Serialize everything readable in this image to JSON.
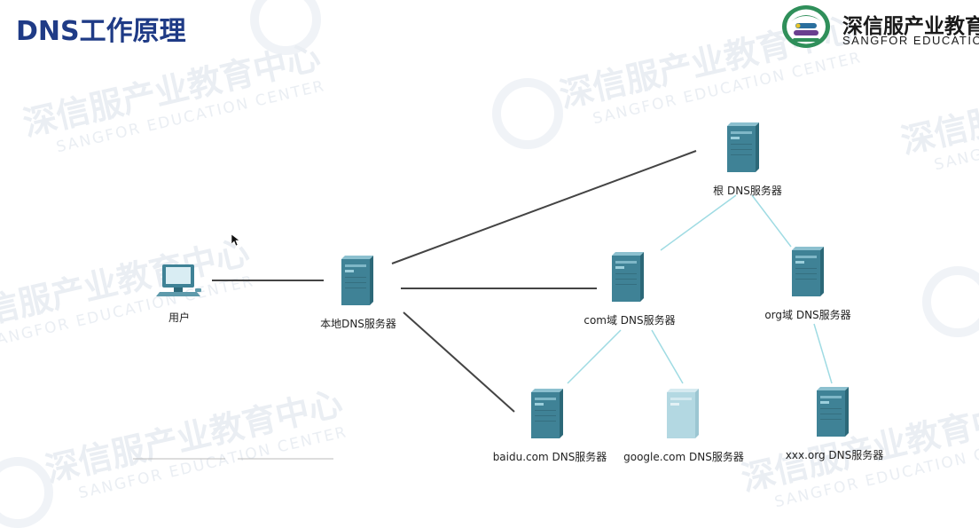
{
  "header": {
    "title": "DNS工作原理",
    "brand_cn": "深信服产业教育",
    "brand_en": "SANGFOR EDUCATION",
    "accent_color": "#1f3b86"
  },
  "watermark": {
    "cn": "深信服产业教育中心",
    "en": "SANGFOR EDUCATION CENTER"
  },
  "diagram": {
    "nodes": {
      "user": {
        "label": "用户",
        "icon": "computer-icon"
      },
      "local_dns": {
        "label": "本地DNS服务器",
        "icon": "server-icon"
      },
      "root_dns": {
        "label": "根 DNS服务器",
        "icon": "server-icon"
      },
      "com_dns": {
        "label": "com域 DNS服务器",
        "icon": "server-icon"
      },
      "org_dns": {
        "label": "org域 DNS服务器",
        "icon": "server-icon"
      },
      "baidu_dns": {
        "label": "baidu.com  DNS服务器",
        "icon": "server-icon"
      },
      "google_dns": {
        "label": "google.com DNS服务器",
        "icon": "server-icon"
      },
      "xxx_dns": {
        "label": "xxx.org DNS服务器",
        "icon": "server-icon"
      }
    },
    "colors": {
      "query_line": "#444444",
      "tree_line": "#9fdbe3",
      "server_front": "#3f8296",
      "server_side": "#2c6878",
      "server_faded": "#b3d8e2"
    }
  }
}
